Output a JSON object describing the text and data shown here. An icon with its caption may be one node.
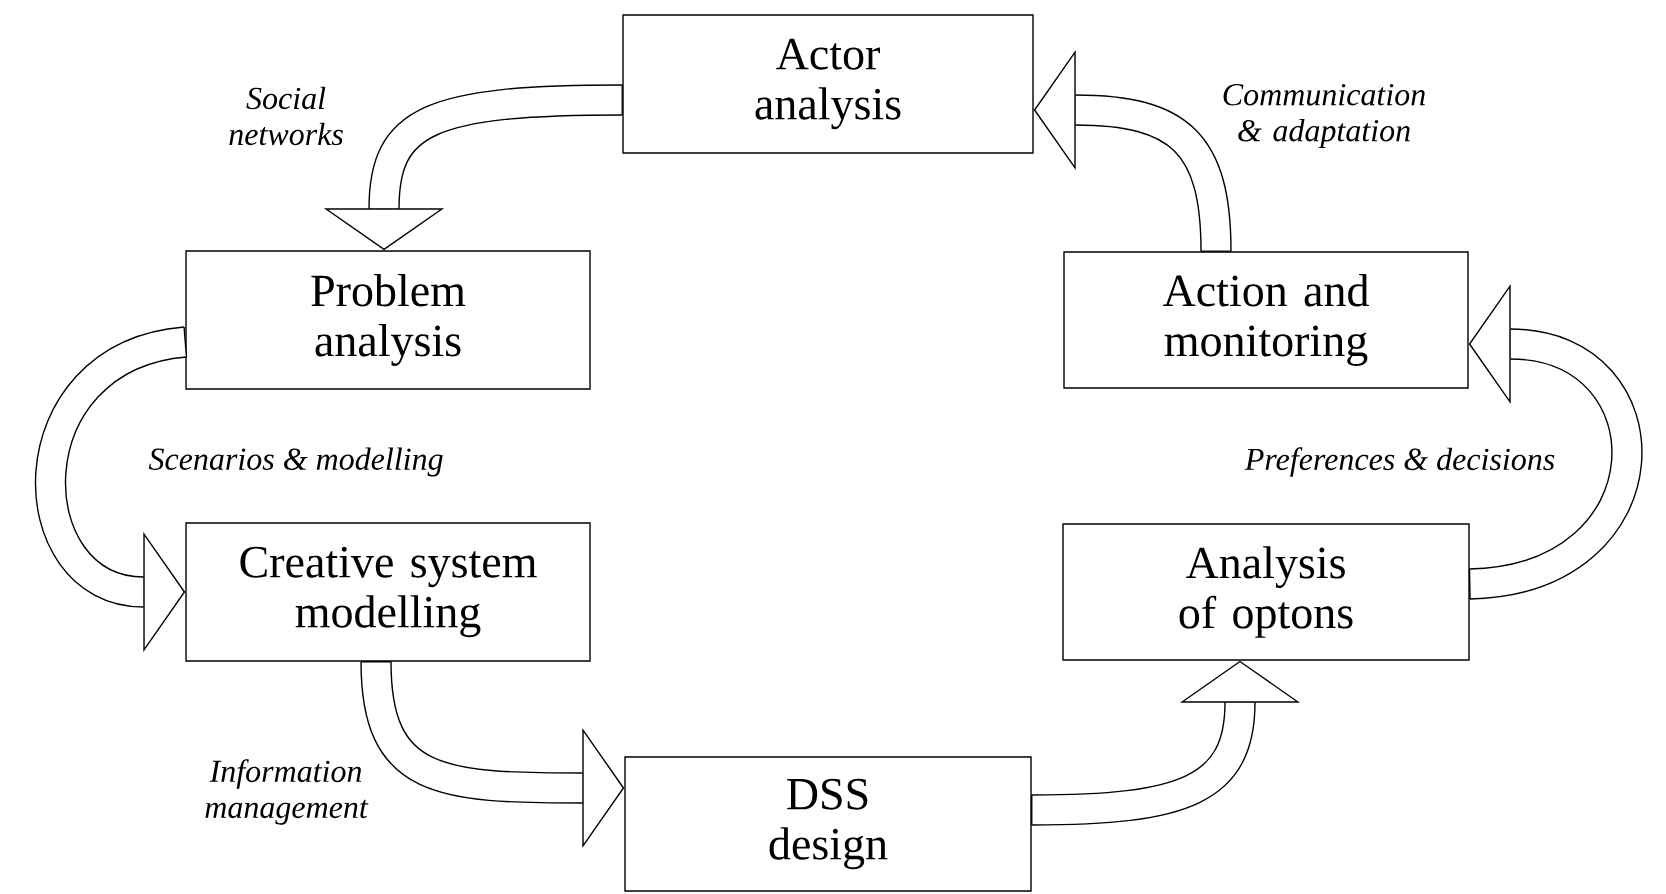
{
  "diagram": {
    "nodes": [
      {
        "text": [
          "Actor analysis"
        ]
      },
      {
        "text": [
          "Problem analysis"
        ]
      },
      {
        "text": [
          "Creative system modelling"
        ]
      },
      {
        "text": [
          "DSS design"
        ]
      },
      {
        "text": [
          "Analysis of optons"
        ]
      },
      {
        "text": [
          "Action and monitoring"
        ]
      }
    ],
    "edges": [
      {
        "from": 0,
        "to": 1,
        "arrow": "to",
        "label": "Social networks"
      },
      {
        "from": 1,
        "to": 2,
        "arrow": "to",
        "label": "Scenarios & modelling"
      },
      {
        "from": 2,
        "to": 3,
        "arrow": "to",
        "label": "Information management"
      },
      {
        "from": 3,
        "to": 4,
        "arrow": "to"
      },
      {
        "from": 4,
        "to": 5,
        "arrow": "to",
        "label": "Preferences & decisions"
      },
      {
        "from": 5,
        "to": 0,
        "arrow": "to",
        "label": "Communication & adaptation"
      }
    ]
  }
}
